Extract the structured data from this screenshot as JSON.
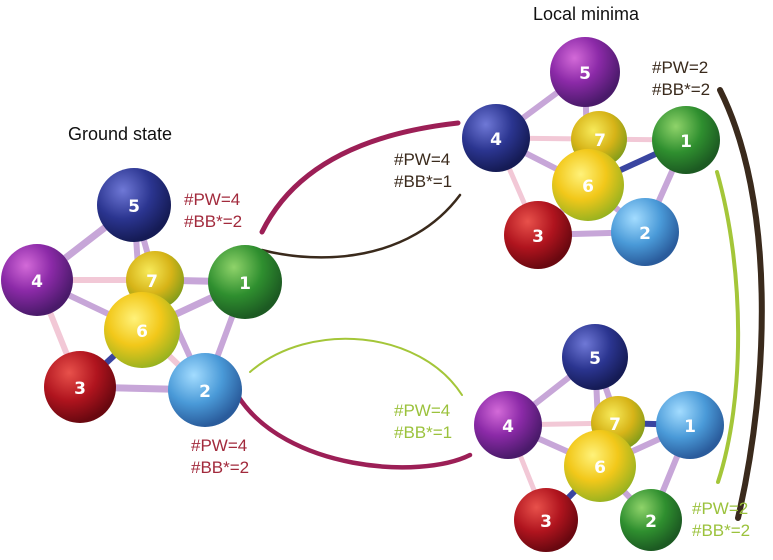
{
  "titles": {
    "ground_state": "Ground state",
    "local_minima": "Local minima"
  },
  "colors": {
    "maroon": "#9c1f56",
    "dark_brown": "#3a2a1c",
    "lime": "#a4c639",
    "red_text": "#a22a3c",
    "brown_text": "#3a2a1c",
    "green_text": "#9bc23c"
  },
  "annotations": {
    "ground_right": {
      "pw": "#PW=4",
      "bb": "#BB*=2"
    },
    "ground_bottom": {
      "pw": "#PW=4",
      "bb": "#BB*=2"
    },
    "top_min_left": {
      "pw": "#PW=4",
      "bb": "#BB*=1"
    },
    "top_min_right": {
      "pw": "#PW=2",
      "bb": "#BB*=2"
    },
    "bottom_min_left": {
      "pw": "#PW=4",
      "bb": "#BB*=1"
    },
    "bottom_min_right": {
      "pw": "#PW=2",
      "bb": "#BB*=2"
    }
  },
  "clusters": {
    "ground": {
      "atom_labels": [
        "1",
        "2",
        "3",
        "4",
        "5",
        "6",
        "7"
      ]
    },
    "top_minimum": {
      "atom_labels": [
        "1",
        "2",
        "3",
        "4",
        "5",
        "6",
        "7"
      ]
    },
    "bottom_minimum": {
      "atom_labels": [
        "1",
        "2",
        "3",
        "4",
        "5",
        "6",
        "7"
      ]
    }
  }
}
